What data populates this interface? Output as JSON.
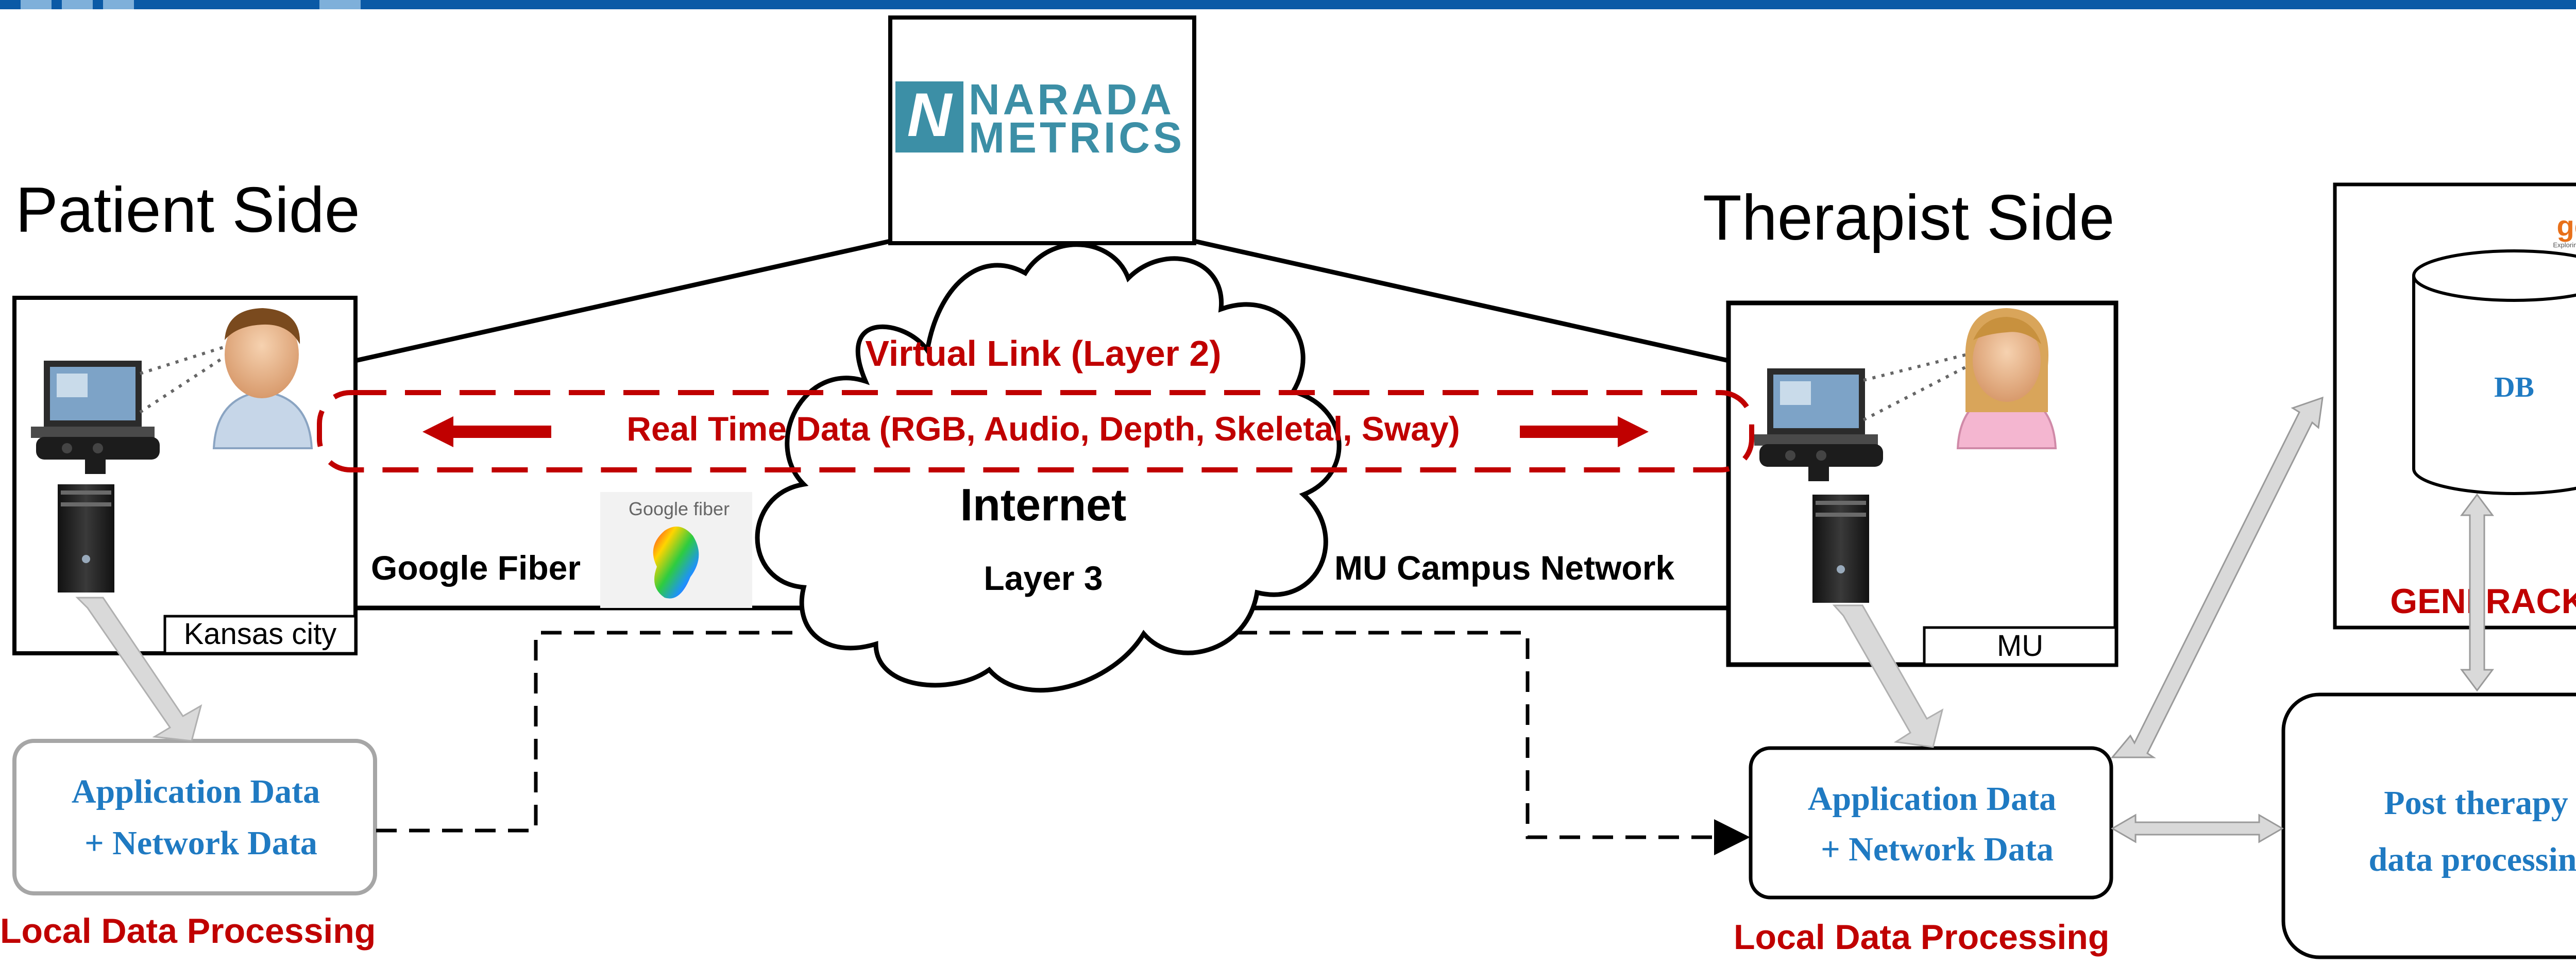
{
  "header": {
    "bar_color": "#0b5aa6"
  },
  "logo": {
    "line1": "NARADA",
    "line2": "METRICS",
    "mark": "N",
    "color": "#3c8fa6"
  },
  "patient": {
    "title": "Patient Side",
    "location": "Kansas city",
    "network_label": "Google Fiber",
    "fiber_logo_text": "Google fiber",
    "data_box": {
      "line1": "Application Data",
      "line2": "+ Network Data"
    },
    "processing_label": "Local Data Processing"
  },
  "therapist": {
    "title": "Therapist Side",
    "location": "MU",
    "network_label": "MU Campus Network",
    "data_box": {
      "line1": "Application Data",
      "line2": "+ Network Data"
    },
    "processing_label": "Local Data Processing"
  },
  "cloud": {
    "title": "Internet",
    "subtitle": "Layer 3"
  },
  "virtual_link": {
    "label": "Virtual Link (Layer 2)",
    "stream": "Real Time Data (RGB, Audio, Depth, Skeletal, Sway)"
  },
  "geni": {
    "rack_label": "GENI RACK",
    "logo_text": "geni",
    "logo_tagline": "Exploring Networks of the Future",
    "db_label": "DB"
  },
  "post_processing": {
    "line1": "Post therapy",
    "line2": "data processing"
  },
  "colors": {
    "accent_red": "#c00000",
    "box_blue": "#1f7ac2",
    "arrow_gray": "#d9d9d9",
    "geni_orange": "#e8701a"
  }
}
